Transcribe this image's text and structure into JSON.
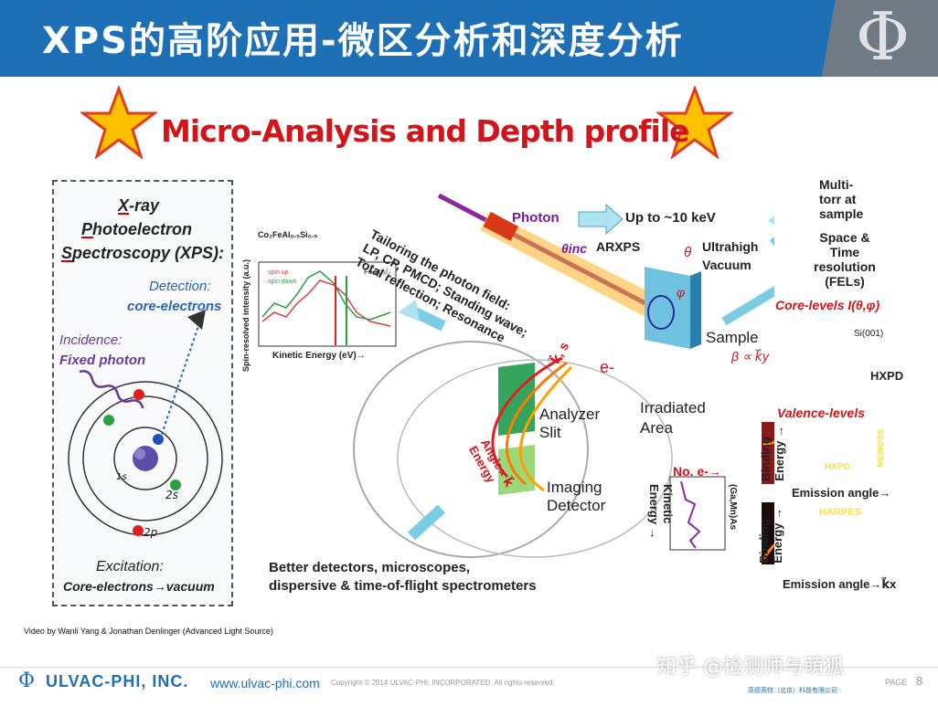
{
  "header": {
    "title": "XPS的高阶应用-微区分析和深度分析",
    "logo_glyph": "Φ"
  },
  "subtitle": "Micro-Analysis and Depth profile",
  "figure": {
    "left_panel": {
      "title_line1": "X-ray",
      "title_line2": "Photoelectron",
      "title_line3": "Spectroscopy (XPS):",
      "detection_label": "Detection:",
      "detection_value": "core-electrons",
      "incidence_label": "Incidence:",
      "incidence_value": "Fixed photon",
      "orbital_1s": "1s",
      "orbital_2s": "2s",
      "orbital_2p": "2p",
      "excitation_label": "Excitation:",
      "excitation_value": "Core-electrons→vacuum"
    },
    "spin_plot": {
      "title": "Co₂FeAl₀.₅Si₀.₅",
      "ylabel": "Spin-resolved intensity (a.u.)",
      "xlabel": "Kinetic Energy (eV)→",
      "legend_up": "spin up",
      "legend_down": "spin down",
      "peak_label": "Fe 2p₃/₂"
    },
    "tailoring": "Tailoring the photon field: LP, CP, PMCD; Standing wave; Total reflection; Resonance",
    "tailoring_lines": [
      "Tailoring the photon field:",
      "LP, CP, PMCD; Standing wave;",
      "Total reflection; Resonance"
    ],
    "photon": "Photon",
    "up_to": "Up to ~10 keV",
    "theta_inc": "θinc",
    "arxps": "ARXPS",
    "theta": "θ",
    "phi": "φ",
    "ultrahigh": "Ultrahigh",
    "vacuum": "Vacuum",
    "multi_torr": [
      "Multi-",
      "torr at",
      "sample"
    ],
    "space_time": [
      "Space &",
      "Time",
      "resolution",
      "(FELs)"
    ],
    "core_levels": "Core-levels I(θ,φ)",
    "si001": "Si(001)",
    "hxpd": "HXPD",
    "sample": "Sample",
    "beta_k": "β ∝ k⃗y",
    "e_minus": "e-",
    "k_label": "k⃗, s",
    "irradiated": [
      "Irradiated",
      "Area"
    ],
    "analyzer": [
      "Analyzer",
      "Slit"
    ],
    "angle_energy": [
      "Angle∝ k⃗",
      "Energy"
    ],
    "imaging": [
      "Imaging",
      "Detector"
    ],
    "no_e": "No. e-→",
    "kinetic_energy": [
      "Kinetic",
      "Energy →"
    ],
    "ga_mn_as": "(Ga,Mn)As",
    "valence_levels": "Valence-levels",
    "binding_energy": [
      "Binding",
      "Energy →"
    ],
    "gaas100_a": "GaAs(100)",
    "hxpd_small": "HXPD",
    "mewdos": "MEWDOS",
    "emission_angle_1": "Emission angle→",
    "harpes": "HARPES",
    "gaas100_b": "GaAs(100)",
    "emission_angle_2": "Emission angle→k⃗x",
    "better": [
      "Better detectors, microscopes,",
      "dispersive & time-of-flight spectrometers"
    ]
  },
  "credit": "Video by Wanli Yang & Jonathan Denlinger (Advanced Light Source)",
  "footer": {
    "brand": "ULVAC-PHI, INC.",
    "url": "www.ulvac-phi.com",
    "copyright": "Copyright © 2014 ULVAC-PHI, INCORPORATED. All rights reserved.",
    "watermark": "知乎 @检测师与萌狐",
    "cn_company": "高德英特（北京）科技有限公司",
    "page_label": "PAGE",
    "page_number": "8"
  },
  "colors": {
    "header_blue": "#1d6fb6",
    "logo_gray": "#6f7a85",
    "subtitle_red": "#d2141b",
    "star_fill": "#ffc000",
    "star_stroke": "#e03c1e"
  }
}
